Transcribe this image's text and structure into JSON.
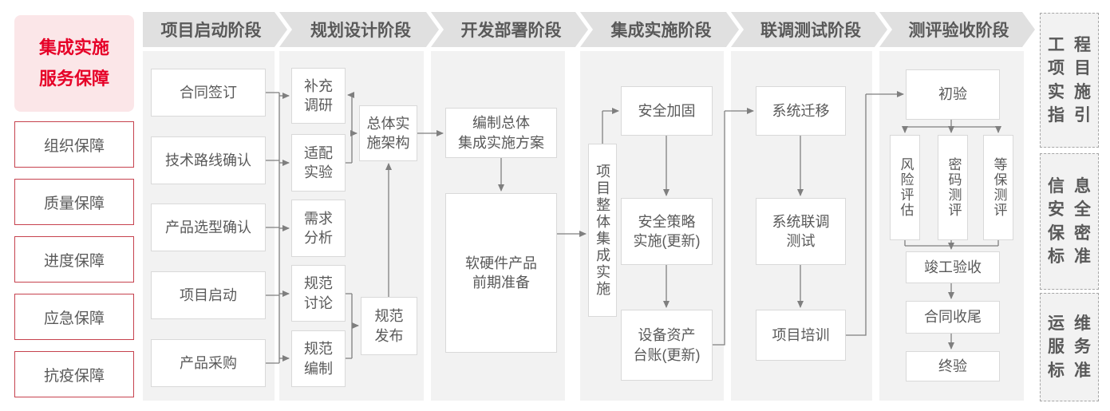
{
  "sidebar": {
    "title": "集成实施\n服务保障",
    "items": [
      "组织保障",
      "质量保障",
      "进度保障",
      "应急保障",
      "抗疫保障"
    ]
  },
  "phases": [
    {
      "label": "项目启动阶段",
      "boxes": [
        "合同签订",
        "技术路线确认",
        "产品选型确认",
        "项目启动",
        "产品采购"
      ]
    },
    {
      "label": "规划设计阶段",
      "boxes": [
        "补充\n调研",
        "适配\n实验",
        "需求\n分析",
        "规范\n讨论",
        "规范\n编制",
        "总体实\n施架构",
        "规范\n发布"
      ]
    },
    {
      "label": "开发部署阶段",
      "boxes": [
        "编制总体\n集成实施方案",
        "软硬件产品\n前期准备"
      ]
    },
    {
      "label": "集成实施阶段",
      "boxes": [
        "项目整体集成实施",
        "安全加固",
        "安全策略\n实施(更新)",
        "设备资产\n台账(更新)"
      ]
    },
    {
      "label": "联调测试阶段",
      "boxes": [
        "系统迁移",
        "系统联调\n测试",
        "项目培训"
      ]
    },
    {
      "label": "测评验收阶段",
      "boxes": [
        "初验",
        "风险评估",
        "密码测评",
        "等保测评",
        "竣工验收",
        "合同收尾",
        "终验"
      ]
    }
  ],
  "standards": [
    "工程\n项目\n实施\n指引",
    "信息\n安全\n保密\n标准",
    "运维\n服务\n标准"
  ],
  "colors": {
    "accent-red": "#e60027",
    "pink-bg": "#fbe6e8",
    "red-border": "#c6424e",
    "text-gray": "#595959",
    "line-gray": "#7f7f7f",
    "header-bg": "#e0e0e0",
    "col-bg": "#f2f2f2",
    "box-border": "#d9d9d9",
    "dash-border": "#a6a6a6"
  }
}
